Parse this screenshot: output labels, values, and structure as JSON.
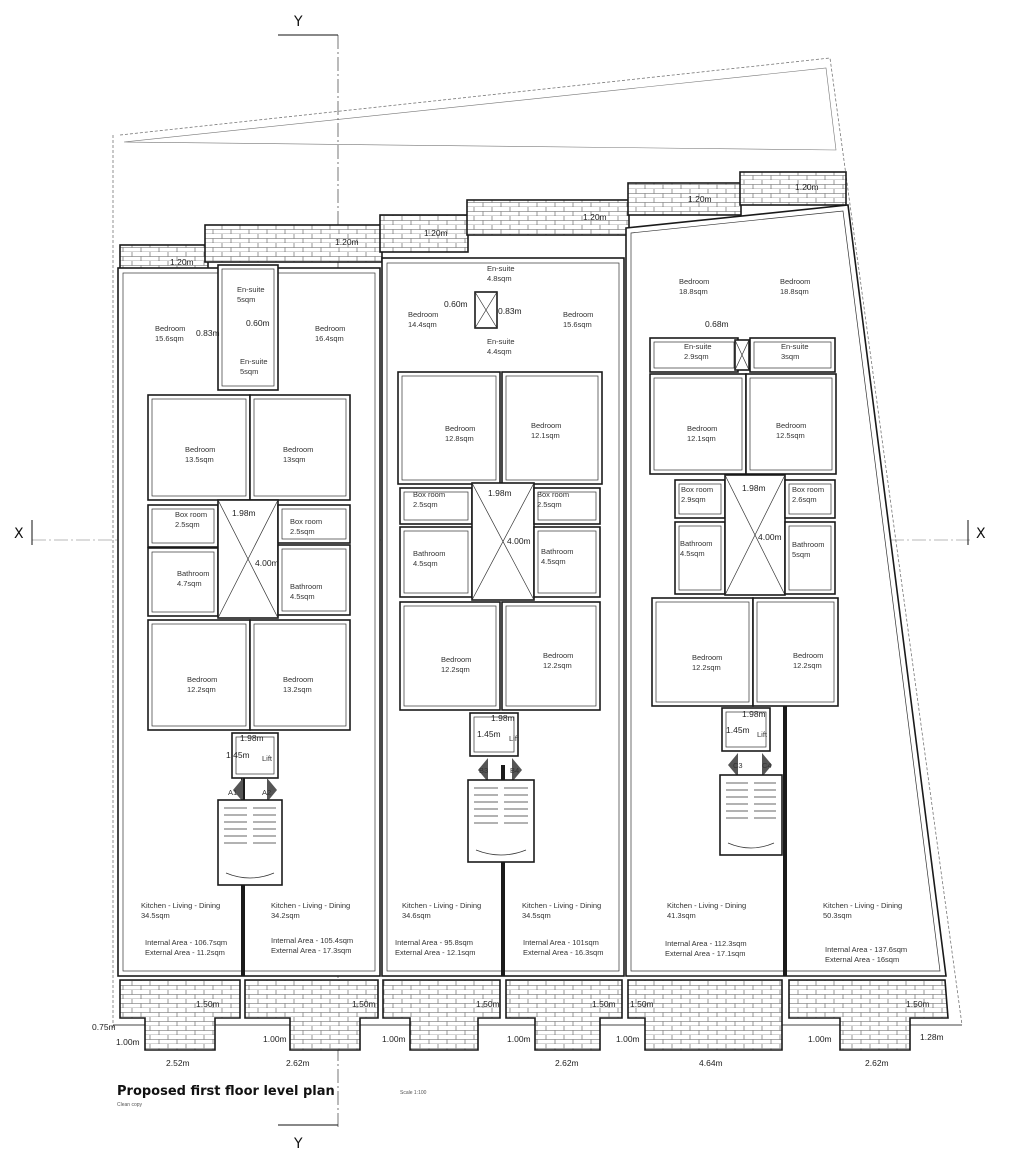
{
  "title": "Proposed first floor level plan",
  "scale_note": "Scale 1:100",
  "subtitle": "Clean copy",
  "axes": {
    "y_top": "Y",
    "y_bottom": "Y",
    "x_left": "X",
    "x_right": "X"
  },
  "stair_labels": [
    "A1",
    "A2",
    "B3",
    "B4",
    "C3",
    "C4"
  ],
  "rooms": [
    {
      "name": "En-suite",
      "area": "5sqm"
    },
    {
      "name": "Bedroom",
      "area": "15.6sqm"
    },
    {
      "name": "Bedroom",
      "area": "16.4sqm"
    },
    {
      "name": "En-suite",
      "area": "5sqm"
    },
    {
      "name": "Bedroom",
      "area": "13.5sqm"
    },
    {
      "name": "Bedroom",
      "area": "13sqm"
    },
    {
      "name": "Box room",
      "area": "2.5sqm"
    },
    {
      "name": "Box room",
      "area": "2.5sqm"
    },
    {
      "name": "Bathroom",
      "area": "4.7sqm"
    },
    {
      "name": "Bathroom",
      "area": "4.5sqm"
    },
    {
      "name": "Bedroom",
      "area": "12.2sqm"
    },
    {
      "name": "Bedroom",
      "area": "13.2sqm"
    },
    {
      "name": "Lift",
      "area": ""
    },
    {
      "name": "Kitchen - Living - Dining",
      "area": "34.5sqm"
    },
    {
      "name": "Kitchen - Living - Dining",
      "area": "34.2sqm"
    },
    {
      "name": "En-suite",
      "area": "4.8sqm"
    },
    {
      "name": "Bedroom",
      "area": "14.4sqm"
    },
    {
      "name": "Bedroom",
      "area": "15.6sqm"
    },
    {
      "name": "En-suite",
      "area": "4.4sqm"
    },
    {
      "name": "Bedroom",
      "area": "12.8sqm"
    },
    {
      "name": "Bedroom",
      "area": "12.1sqm"
    },
    {
      "name": "Box room",
      "area": "2.5sqm"
    },
    {
      "name": "Box room",
      "area": "2.5sqm"
    },
    {
      "name": "Bathroom",
      "area": "4.5sqm"
    },
    {
      "name": "Bathroom",
      "area": "4.5sqm"
    },
    {
      "name": "Bedroom",
      "area": "12.2sqm"
    },
    {
      "name": "Bedroom",
      "area": "12.2sqm"
    },
    {
      "name": "Lift",
      "area": ""
    },
    {
      "name": "Kitchen - Living - Dining",
      "area": "34.6sqm"
    },
    {
      "name": "Kitchen - Living - Dining",
      "area": "34.5sqm"
    },
    {
      "name": "Bedroom",
      "area": "18.8sqm"
    },
    {
      "name": "Bedroom",
      "area": "18.8sqm"
    },
    {
      "name": "En-suite",
      "area": "2.9sqm"
    },
    {
      "name": "En-suite",
      "area": "3sqm"
    },
    {
      "name": "Bedroom",
      "area": "12.1sqm"
    },
    {
      "name": "Bedroom",
      "area": "12.5sqm"
    },
    {
      "name": "Box room",
      "area": "2.9sqm"
    },
    {
      "name": "Box room",
      "area": "2.6sqm"
    },
    {
      "name": "Bathroom",
      "area": "4.5sqm"
    },
    {
      "name": "Bathroom",
      "area": "5sqm"
    },
    {
      "name": "Bedroom",
      "area": "12.2sqm"
    },
    {
      "name": "Bedroom",
      "area": "12.2sqm"
    },
    {
      "name": "Lift",
      "area": ""
    },
    {
      "name": "Kitchen - Living - Dining",
      "area": "41.3sqm"
    },
    {
      "name": "Kitchen - Living - Dining",
      "area": "50.3sqm"
    }
  ],
  "unit_areas": [
    {
      "internal": "Internal Area - 106.7sqm",
      "external": "External Area - 11.2sqm"
    },
    {
      "internal": "Internal Area - 105.4sqm",
      "external": "External Area - 17.3sqm"
    },
    {
      "internal": "Internal Area - 95.8sqm",
      "external": "External Area - 12.1sqm"
    },
    {
      "internal": "Internal Area - 101sqm",
      "external": "External Area - 16.3sqm"
    },
    {
      "internal": "Internal Area - 112.3sqm",
      "external": "External Area - 17.1sqm"
    },
    {
      "internal": "Internal Area - 137.6sqm",
      "external": "External Area - 16sqm"
    }
  ],
  "dimensions": [
    "1.20m",
    "1.20m",
    "1.20m",
    "1.20m",
    "1.20m",
    "1.20m",
    "0.60m",
    "0.83m",
    "0.60m",
    "0.83m",
    "0.68m",
    "1.98m",
    "1.98m",
    "1.98m",
    "1.98m",
    "1.98m",
    "1.98m",
    "4.00m",
    "4.00m",
    "4.00m",
    "1.45m",
    "1.45m",
    "1.45m",
    "1.50m",
    "1.50m",
    "1.50m",
    "1.50m",
    "1.50m",
    "1.50m",
    "1.00m",
    "1.00m",
    "1.00m",
    "1.00m",
    "1.00m",
    "1.00m",
    "2.52m",
    "2.62m",
    "2.62m",
    "4.64m",
    "2.62m",
    "0.75m",
    "1.28m"
  ]
}
